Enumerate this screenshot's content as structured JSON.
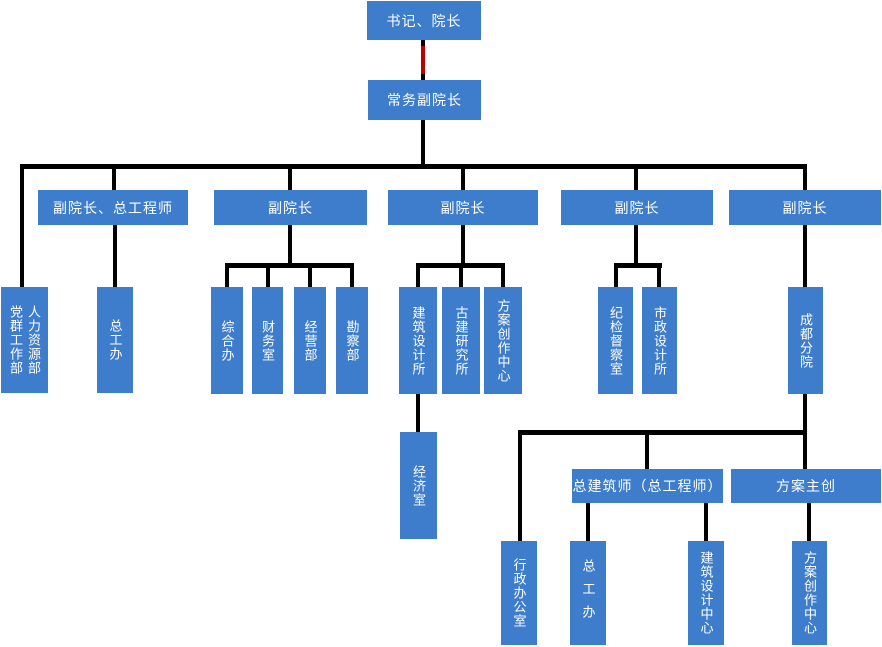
{
  "diagram": {
    "type": "organization-chart",
    "colors": {
      "node_fill": "#3E7DCB",
      "node_text": "#FFFFFF",
      "connector": "#000000",
      "connector_accent": "#C00000",
      "background": "#FFFFFF"
    },
    "nodes": {
      "president": {
        "label": "书记、院长"
      },
      "exec_vp": {
        "label": "常务副院长"
      },
      "vp_chief_engineer": {
        "label": "副院长、总工程师"
      },
      "vp2": {
        "label": "副院长"
      },
      "vp3": {
        "label": "副院长"
      },
      "vp4": {
        "label": "副院长"
      },
      "vp5": {
        "label": "副院长"
      },
      "party_mass_dept": {
        "label": "党群工作部"
      },
      "hr_dept": {
        "label": "人力资源部"
      },
      "chief_engineer_office": {
        "label": "总工办"
      },
      "general_office": {
        "label": "综合办"
      },
      "finance_office": {
        "label": "财务室"
      },
      "business_dept": {
        "label": "经营部"
      },
      "survey_dept": {
        "label": "勘察部"
      },
      "architectural_design_institute": {
        "label": "建筑设计所"
      },
      "ancient_architecture_institute": {
        "label": "古建研究所"
      },
      "scheme_creation_center": {
        "label": "方案创作中心"
      },
      "economy_office": {
        "label": "经济室"
      },
      "discipline_inspection_office": {
        "label": "纪检督察室"
      },
      "municipal_design_institute": {
        "label": "市政设计所"
      },
      "chengdu_branch": {
        "label": "成都分院"
      },
      "chief_architect": {
        "label": "总建筑师（总工程师）"
      },
      "scheme_lead": {
        "label": "方案主创"
      },
      "admin_office": {
        "label": "行政办公室"
      },
      "chief_engineer_office_branch": {
        "label": "总工办"
      },
      "architectural_design_center": {
        "label": "建筑设计中心"
      },
      "scheme_creation_center_branch": {
        "label": "方案创作中心"
      }
    },
    "edges": [
      {
        "from": "president",
        "to": "exec_vp",
        "accent": true
      },
      {
        "from": "exec_vp",
        "to": "party_mass_dept_hr_dept"
      },
      {
        "from": "exec_vp",
        "to": "vp_chief_engineer"
      },
      {
        "from": "exec_vp",
        "to": "vp2"
      },
      {
        "from": "exec_vp",
        "to": "vp3"
      },
      {
        "from": "exec_vp",
        "to": "vp4"
      },
      {
        "from": "exec_vp",
        "to": "vp5"
      },
      {
        "from": "vp_chief_engineer",
        "to": "chief_engineer_office"
      },
      {
        "from": "vp2",
        "to": "general_office"
      },
      {
        "from": "vp2",
        "to": "finance_office"
      },
      {
        "from": "vp2",
        "to": "business_dept"
      },
      {
        "from": "vp2",
        "to": "survey_dept"
      },
      {
        "from": "vp3",
        "to": "architectural_design_institute"
      },
      {
        "from": "vp3",
        "to": "ancient_architecture_institute"
      },
      {
        "from": "vp3",
        "to": "scheme_creation_center"
      },
      {
        "from": "architectural_design_institute",
        "to": "economy_office"
      },
      {
        "from": "vp4",
        "to": "discipline_inspection_office"
      },
      {
        "from": "vp4",
        "to": "municipal_design_institute"
      },
      {
        "from": "vp5",
        "to": "chengdu_branch"
      },
      {
        "from": "chengdu_branch",
        "to": "admin_office"
      },
      {
        "from": "chengdu_branch",
        "to": "chief_architect"
      },
      {
        "from": "chengdu_branch",
        "to": "scheme_lead"
      },
      {
        "from": "chief_architect",
        "to": "chief_engineer_office_branch"
      },
      {
        "from": "chief_architect",
        "to": "architectural_design_center"
      },
      {
        "from": "scheme_lead",
        "to": "scheme_creation_center_branch"
      }
    ]
  }
}
